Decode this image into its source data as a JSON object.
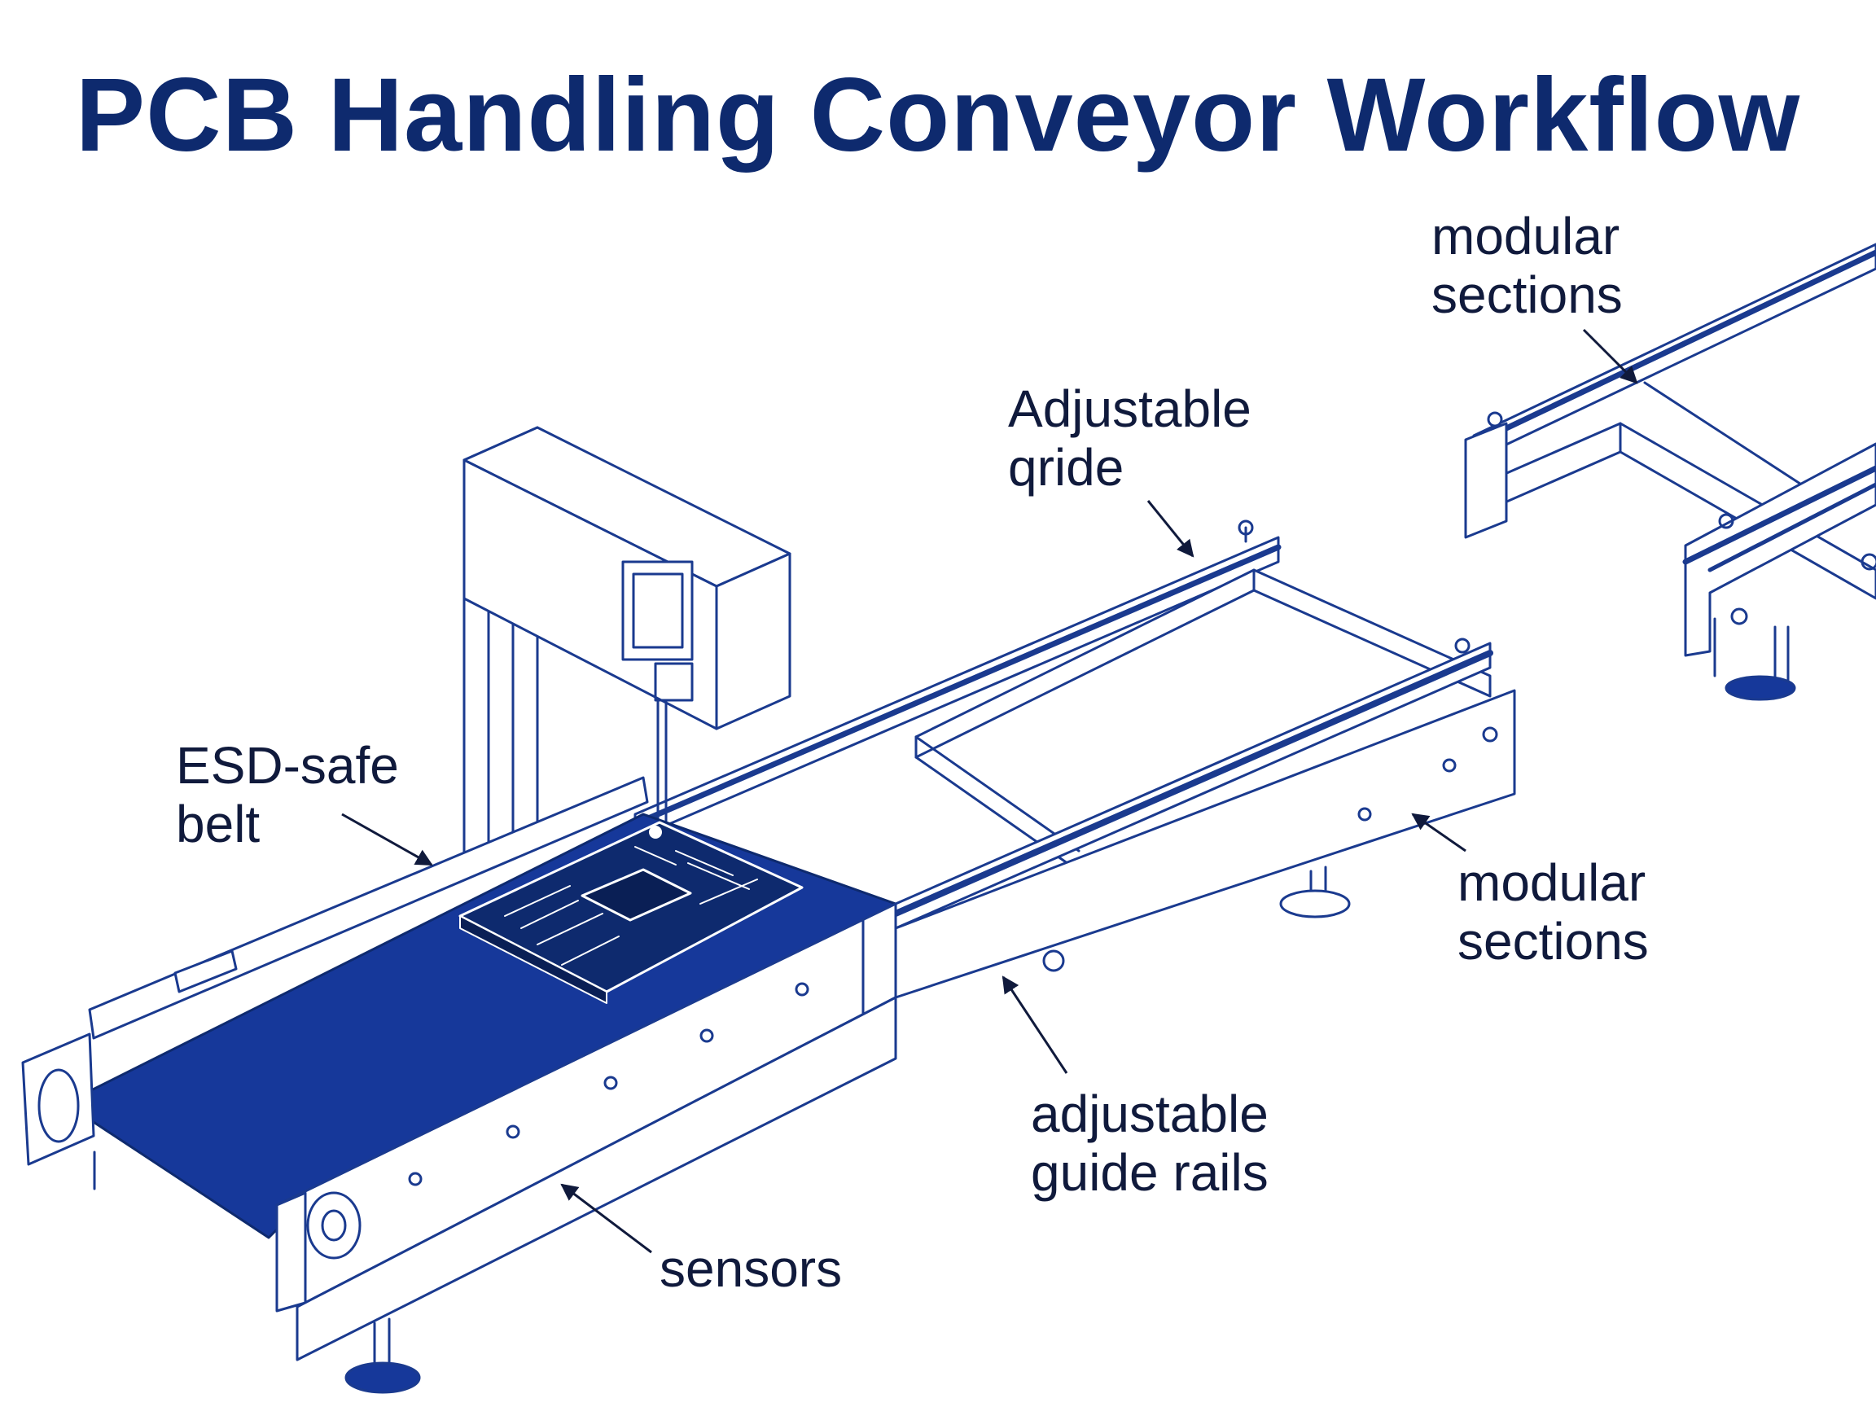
{
  "title": "PCB Handling Conveyor Workflow",
  "colors": {
    "ink": "#1a3a8f",
    "belt": "#16389a",
    "title": "#0e2a6e",
    "label": "#101a3c"
  },
  "labels": {
    "modular_top": {
      "line1": "modular",
      "line2": "sections"
    },
    "adjustable_guide": {
      "line1": "Adjustable",
      "line2": "qride"
    },
    "esd_belt": {
      "line1": "ESD-safe",
      "line2": "belt"
    },
    "modular_right": {
      "line1": "modular",
      "line2": "sections"
    },
    "guide_rails": {
      "line1": "adjustable",
      "line2": "guide rails"
    },
    "sensors": {
      "line1": "sensors"
    }
  }
}
